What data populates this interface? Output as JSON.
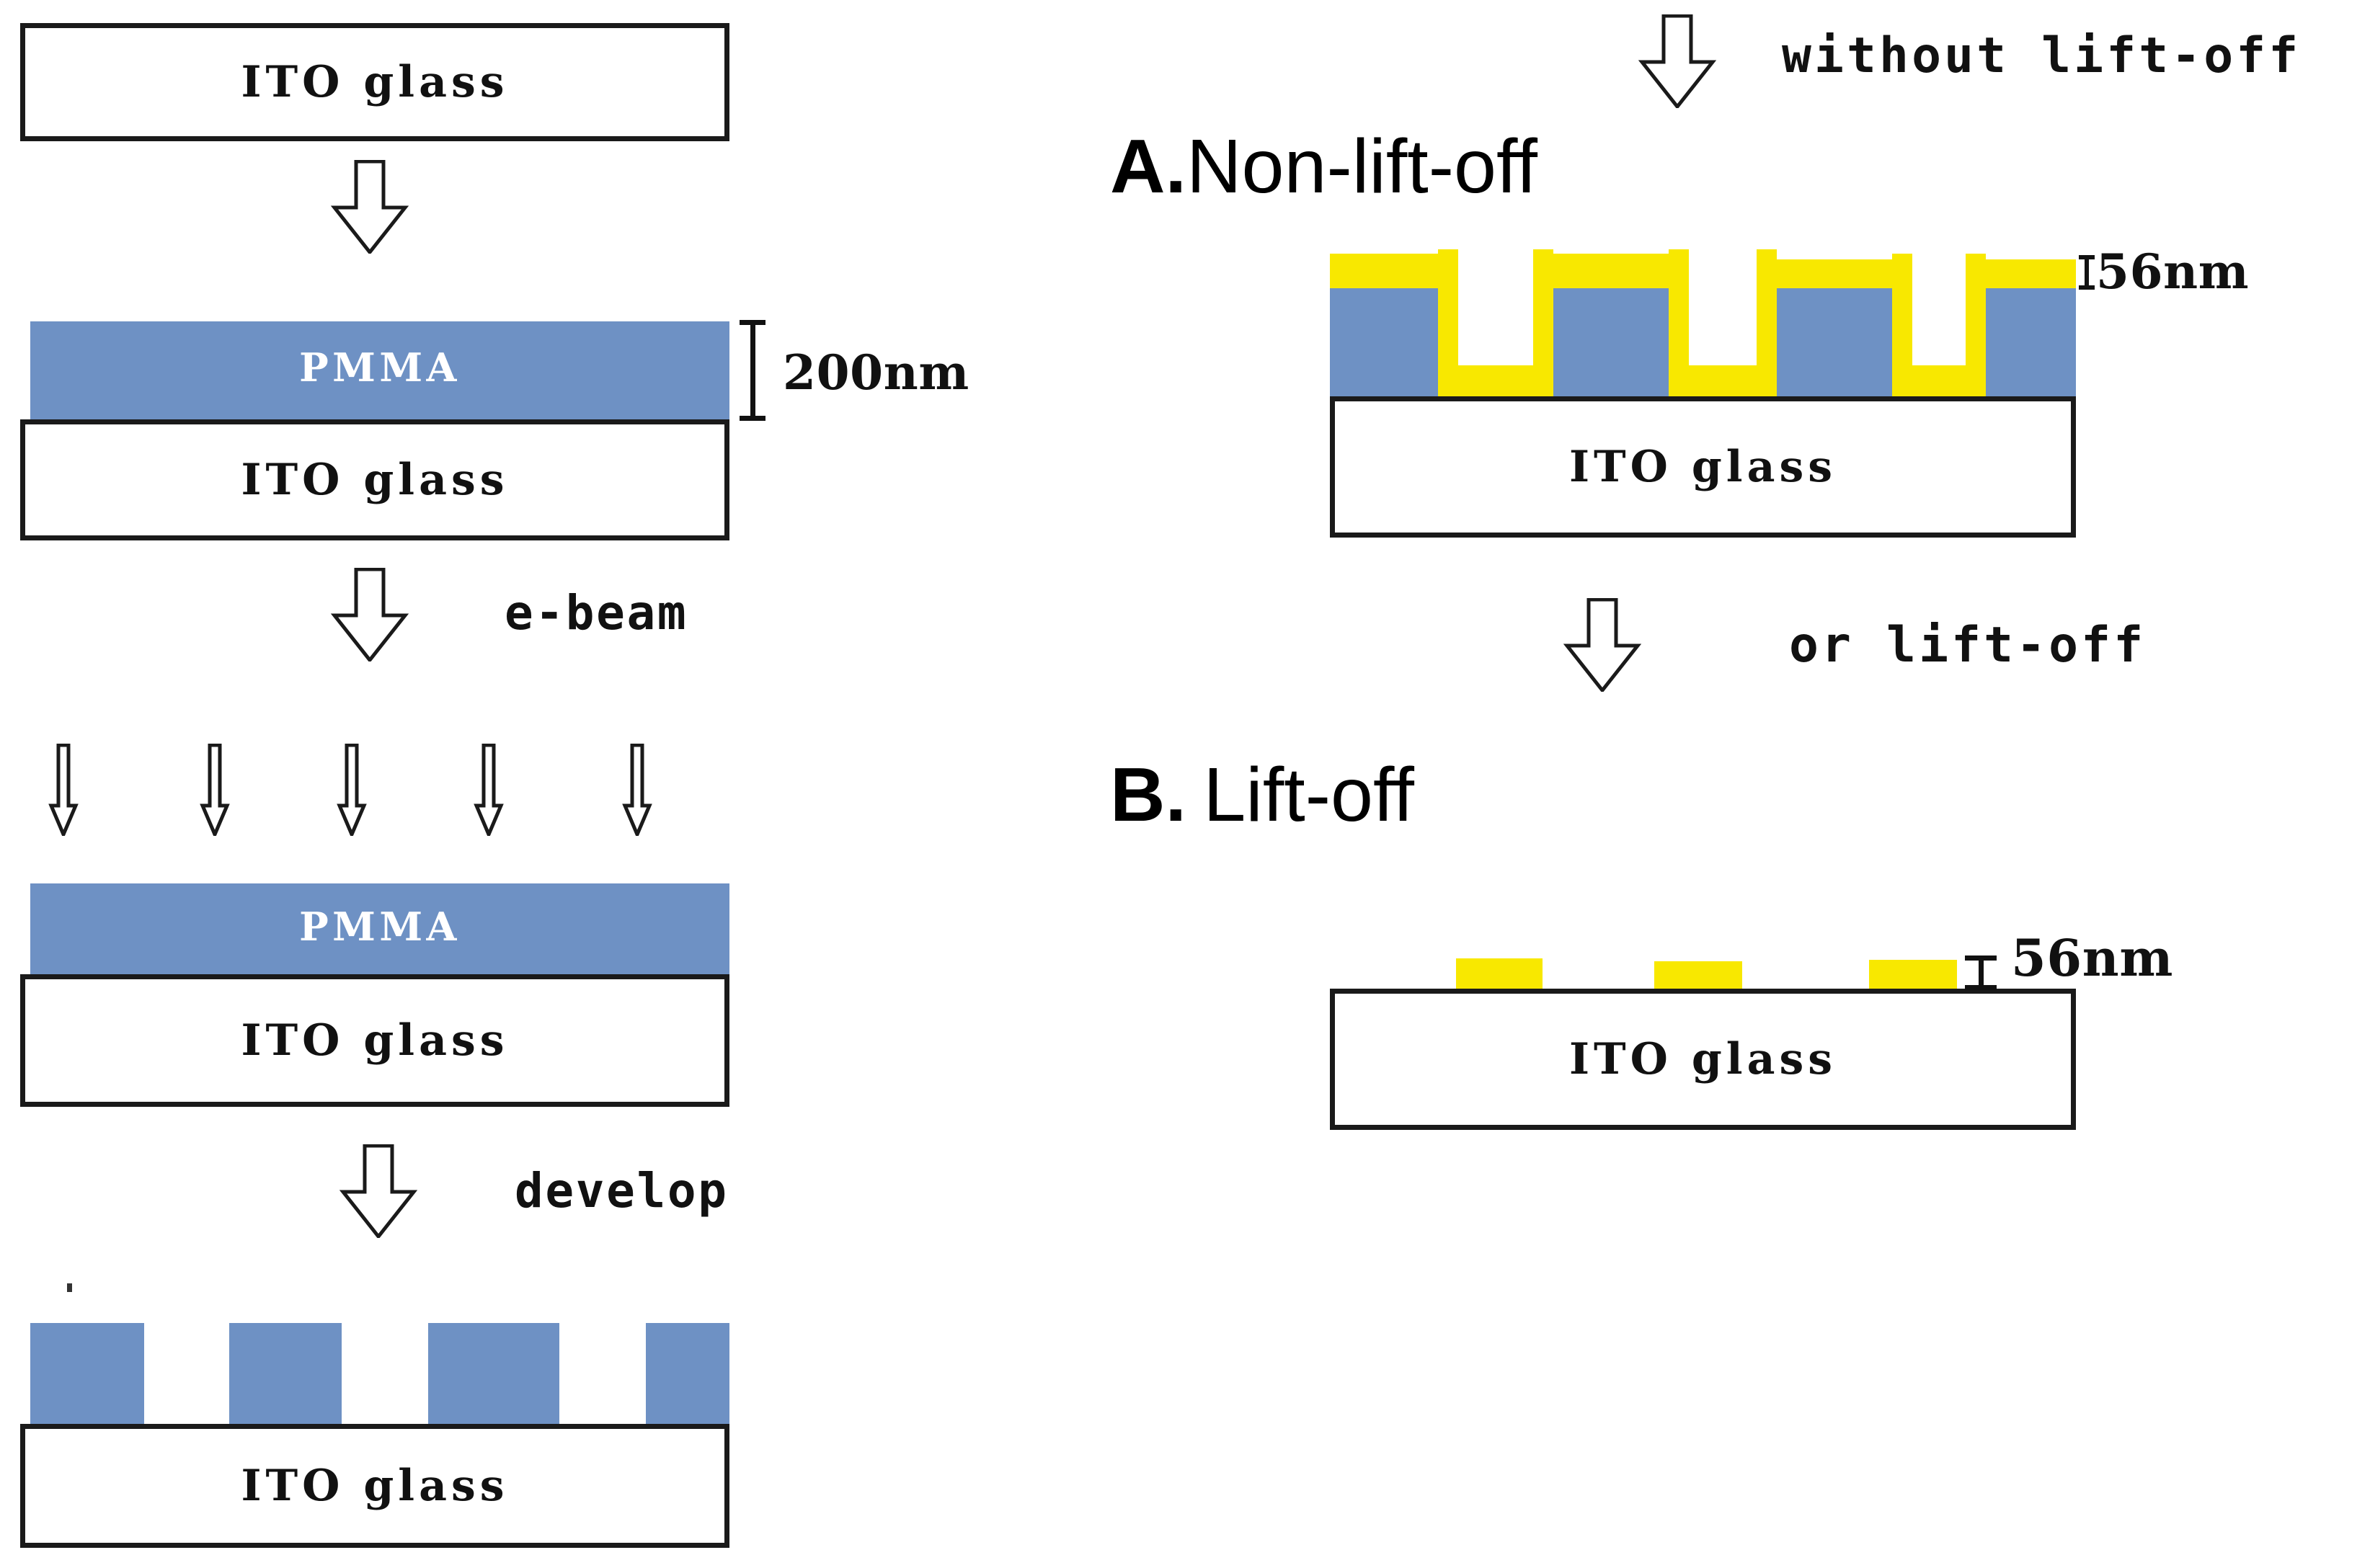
{
  "figure": {
    "type": "process-flow-schematic",
    "description": "Electron-beam lithography process flow for gold nanostructures on ITO glass, with two outcome branches."
  },
  "materials": {
    "substrate_label": "ITO glass",
    "resist_label": "PMMA",
    "resist_color": "#6E91C4",
    "metal_color": "#F8E800",
    "outline_color": "#1A1A1A",
    "background_color": "#FFFFFF"
  },
  "left_column": {
    "steps": [
      {
        "id": "step-1-bare-substrate",
        "layers": [
          "ITO glass"
        ],
        "substrate_label": "ITO glass"
      },
      {
        "id": "step-2-spin-coat",
        "layers": [
          "PMMA",
          "ITO glass"
        ],
        "resist_label": "PMMA",
        "substrate_label": "ITO glass",
        "dimension": {
          "value": "200nm",
          "measures": "PMMA resist thickness"
        }
      },
      {
        "id": "step-3-exposure",
        "layers": [
          "PMMA",
          "ITO glass"
        ],
        "resist_label": "PMMA",
        "substrate_label": "ITO glass",
        "beam_count": 5
      },
      {
        "id": "step-4-developed",
        "layers": [
          "patterned PMMA",
          "ITO glass"
        ],
        "substrate_label": "ITO glass",
        "pillar_count": 4
      }
    ],
    "transitions": [
      {
        "id": "transition-spin-coat",
        "label": ""
      },
      {
        "id": "transition-ebeam",
        "label": "e-beam"
      },
      {
        "id": "transition-develop",
        "label": "develop"
      }
    ]
  },
  "right_column": {
    "entry_transition": {
      "id": "transition-without-lift-off",
      "label": "without lift-off"
    },
    "branch_a": {
      "marker": "A.",
      "title": "Non-lift-off",
      "full_title": "A.Non-lift-off",
      "substrate_label": "ITO glass",
      "pillar_count": 4,
      "dimension": {
        "value": "56nm",
        "measures": "gold film thickness"
      }
    },
    "middle_transition": {
      "id": "transition-or-lift-off",
      "label": "or lift-off"
    },
    "branch_b": {
      "marker": "B.",
      "title": "Lift-off",
      "full_title": "B. Lift-off",
      "substrate_label": "ITO glass",
      "pad_count": 3,
      "dimension": {
        "value": "56nm",
        "measures": "gold pad thickness"
      }
    }
  }
}
